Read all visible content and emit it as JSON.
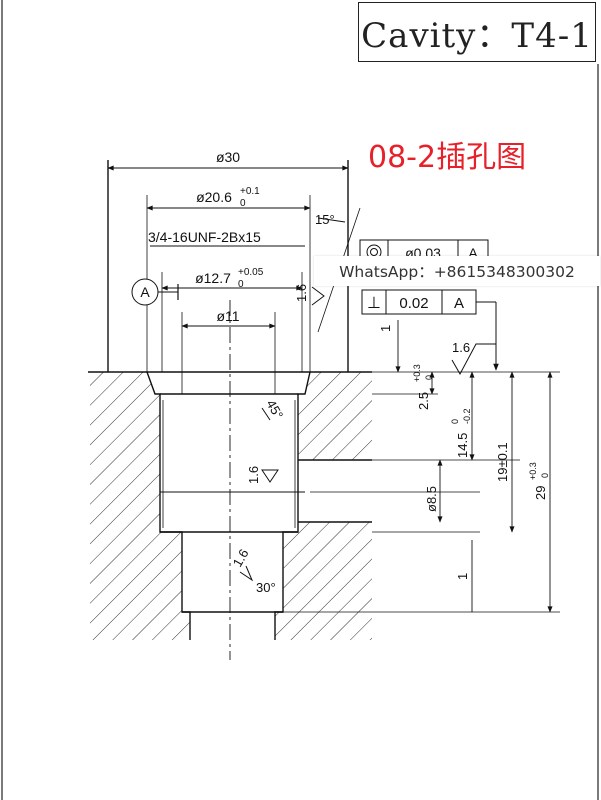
{
  "title": "Cavity：T4-1",
  "subtitle": "08-2插孔图",
  "watermark": "WhatsApp：+8615348300302",
  "dimensions": {
    "d30": "ø30",
    "d20_6": "ø20.6",
    "d20_6_tol_upper": "+0.1",
    "d20_6_tol_lower": "0",
    "thread": "3/4-16UNF-2Bx15",
    "d12_7": "ø12.7",
    "d12_7_tol_upper": "+0.05",
    "d12_7_tol_lower": "0",
    "d11": "ø11",
    "d8_5": "ø8.5",
    "angle_15": "15°",
    "angle_45": "45°",
    "angle_30": "30°",
    "depth_2_5": "2.5",
    "depth_2_5_tol_upper": "+0.3",
    "depth_2_5_tol_lower": "0",
    "depth_14_5": "14.5",
    "depth_14_5_tol_upper": "0",
    "depth_14_5_tol_lower": "-0.2",
    "depth_19": "19±0.1",
    "depth_29": "29",
    "depth_29_tol_upper": "+0.3",
    "depth_29_tol_lower": "0",
    "gap_1_top": "1",
    "gap_1_bottom": "1"
  },
  "roughness": [
    "1.6",
    "1.6",
    "1.6",
    "1.6"
  ],
  "gdt": {
    "concentricity_value": "ø0.03",
    "concentricity_datum": "A",
    "perpendicular_symbol": "⊥",
    "perpendicular_value": "0.02",
    "perpendicular_datum": "A"
  },
  "datum_label": "A"
}
